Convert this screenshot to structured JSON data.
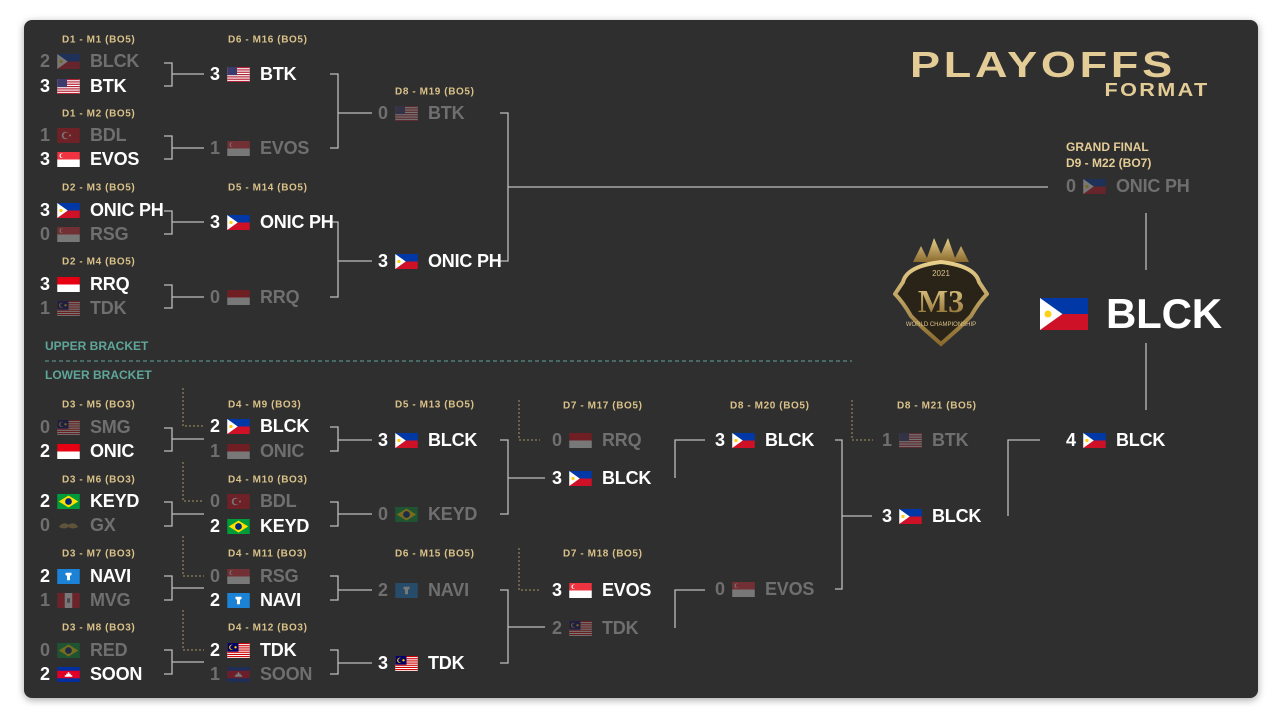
{
  "title": {
    "line1": "PLAYOFFS",
    "line2": "FORMAT"
  },
  "sections": {
    "upper": "UPPER BRACKET",
    "lower": "LOWER BRACKET"
  },
  "grand_final": {
    "title": "GRAND FINAL",
    "label": "D9 - M22 (BO7)",
    "teams": [
      {
        "score": "0",
        "name": "ONIC PH",
        "flag": "ph",
        "winner": false
      }
    ]
  },
  "champion": {
    "name": "BLCK",
    "flag": "ph"
  },
  "logo": {
    "text": "M3",
    "year": "2021",
    "subtitle": "WORLD CHAMPIONSHIP"
  },
  "colors": {
    "gold": "#d9c189",
    "teal": "#5fa69a",
    "panel": "#2f2f2f",
    "loser": "#6f6f6f"
  },
  "matches": [
    {
      "label": "D1 - M1 (BO5)",
      "teams": [
        {
          "score": "2",
          "name": "BLCK",
          "flag": "ph",
          "winner": false
        },
        {
          "score": "3",
          "name": "BTK",
          "flag": "us",
          "winner": true
        }
      ]
    },
    {
      "label": "D1 - M2 (BO5)",
      "teams": [
        {
          "score": "1",
          "name": "BDL",
          "flag": "tr",
          "winner": false
        },
        {
          "score": "3",
          "name": "EVOS",
          "flag": "sg",
          "winner": true
        }
      ]
    },
    {
      "label": "D2 - M3 (BO5)",
      "teams": [
        {
          "score": "3",
          "name": "ONIC PH",
          "flag": "ph",
          "winner": true
        },
        {
          "score": "0",
          "name": "RSG",
          "flag": "sg",
          "winner": false
        }
      ]
    },
    {
      "label": "D2 - M4 (BO5)",
      "teams": [
        {
          "score": "3",
          "name": "RRQ",
          "flag": "id",
          "winner": true
        },
        {
          "score": "1",
          "name": "TDK",
          "flag": "my",
          "winner": false
        }
      ]
    },
    {
      "label": "D6 - M16 (BO5)",
      "teams": [
        {
          "score": "3",
          "name": "BTK",
          "flag": "us",
          "winner": true
        },
        {
          "score": "1",
          "name": "EVOS",
          "flag": "sg",
          "winner": false
        }
      ]
    },
    {
      "label": "D5 - M14 (BO5)",
      "teams": [
        {
          "score": "3",
          "name": "ONIC PH",
          "flag": "ph",
          "winner": true
        },
        {
          "score": "0",
          "name": "RRQ",
          "flag": "id",
          "winner": false
        }
      ]
    },
    {
      "label": "D8 - M19 (BO5)",
      "teams": [
        {
          "score": "0",
          "name": "BTK",
          "flag": "us",
          "winner": false
        },
        {
          "score": "3",
          "name": "ONIC PH",
          "flag": "ph",
          "winner": true
        }
      ]
    },
    {
      "label": "D3 - M5 (BO3)",
      "teams": [
        {
          "score": "0",
          "name": "SMG",
          "flag": "my",
          "winner": false
        },
        {
          "score": "2",
          "name": "ONIC",
          "flag": "id",
          "winner": true
        }
      ]
    },
    {
      "label": "D3 - M6 (BO3)",
      "teams": [
        {
          "score": "2",
          "name": "KEYD",
          "flag": "br",
          "winner": true
        },
        {
          "score": "0",
          "name": "GX",
          "flag": "gx",
          "winner": false
        }
      ]
    },
    {
      "label": "D3 - M7 (BO3)",
      "teams": [
        {
          "score": "2",
          "name": "NAVI",
          "flag": "navi",
          "winner": true
        },
        {
          "score": "1",
          "name": "MVG",
          "flag": "pe",
          "winner": false
        }
      ]
    },
    {
      "label": "D3 - M8 (BO3)",
      "teams": [
        {
          "score": "0",
          "name": "RED",
          "flag": "br",
          "winner": false
        },
        {
          "score": "2",
          "name": "SOON",
          "flag": "kh",
          "winner": true
        }
      ]
    },
    {
      "label": "D4 - M9 (BO3)",
      "teams": [
        {
          "score": "2",
          "name": "BLCK",
          "flag": "ph",
          "winner": true
        },
        {
          "score": "1",
          "name": "ONIC",
          "flag": "id",
          "winner": false
        }
      ]
    },
    {
      "label": "D4 - M10 (BO3)",
      "teams": [
        {
          "score": "0",
          "name": "BDL",
          "flag": "tr",
          "winner": false
        },
        {
          "score": "2",
          "name": "KEYD",
          "flag": "br",
          "winner": true
        }
      ]
    },
    {
      "label": "D4 - M11 (BO3)",
      "teams": [
        {
          "score": "0",
          "name": "RSG",
          "flag": "sg",
          "winner": false
        },
        {
          "score": "2",
          "name": "NAVI",
          "flag": "navi",
          "winner": true
        }
      ]
    },
    {
      "label": "D4 - M12 (BO3)",
      "teams": [
        {
          "score": "2",
          "name": "TDK",
          "flag": "my",
          "winner": true
        },
        {
          "score": "1",
          "name": "SOON",
          "flag": "kh",
          "winner": false
        }
      ]
    },
    {
      "label": "D5 - M13 (BO5)",
      "teams": [
        {
          "score": "3",
          "name": "BLCK",
          "flag": "ph",
          "winner": true
        },
        {
          "score": "0",
          "name": "KEYD",
          "flag": "br",
          "winner": false
        }
      ]
    },
    {
      "label": "D6 - M15 (BO5)",
      "teams": [
        {
          "score": "2",
          "name": "NAVI",
          "flag": "navi",
          "winner": false
        },
        {
          "score": "3",
          "name": "TDK",
          "flag": "my",
          "winner": true
        }
      ]
    },
    {
      "label": "D7 - M17 (BO5)",
      "teams": [
        {
          "score": "0",
          "name": "RRQ",
          "flag": "id",
          "winner": false
        },
        {
          "score": "3",
          "name": "BLCK",
          "flag": "ph",
          "winner": true
        }
      ]
    },
    {
      "label": "D7 - M18 (BO5)",
      "teams": [
        {
          "score": "3",
          "name": "EVOS",
          "flag": "sg",
          "winner": true
        },
        {
          "score": "2",
          "name": "TDK",
          "flag": "my",
          "winner": false
        }
      ]
    },
    {
      "label": "D8 - M20 (BO5)",
      "teams": [
        {
          "score": "3",
          "name": "BLCK",
          "flag": "ph",
          "winner": true
        },
        {
          "score": "0",
          "name": "EVOS",
          "flag": "sg",
          "winner": false
        }
      ]
    },
    {
      "label": "D8 - M21 (BO5)",
      "teams": [
        {
          "score": "1",
          "name": "BTK",
          "flag": "us",
          "winner": false
        },
        {
          "score": "3",
          "name": "BLCK",
          "flag": "ph",
          "winner": true
        }
      ]
    },
    {
      "label": "",
      "teams": [
        {
          "score": "4",
          "name": "BLCK",
          "flag": "ph",
          "winner": true
        }
      ]
    }
  ]
}
